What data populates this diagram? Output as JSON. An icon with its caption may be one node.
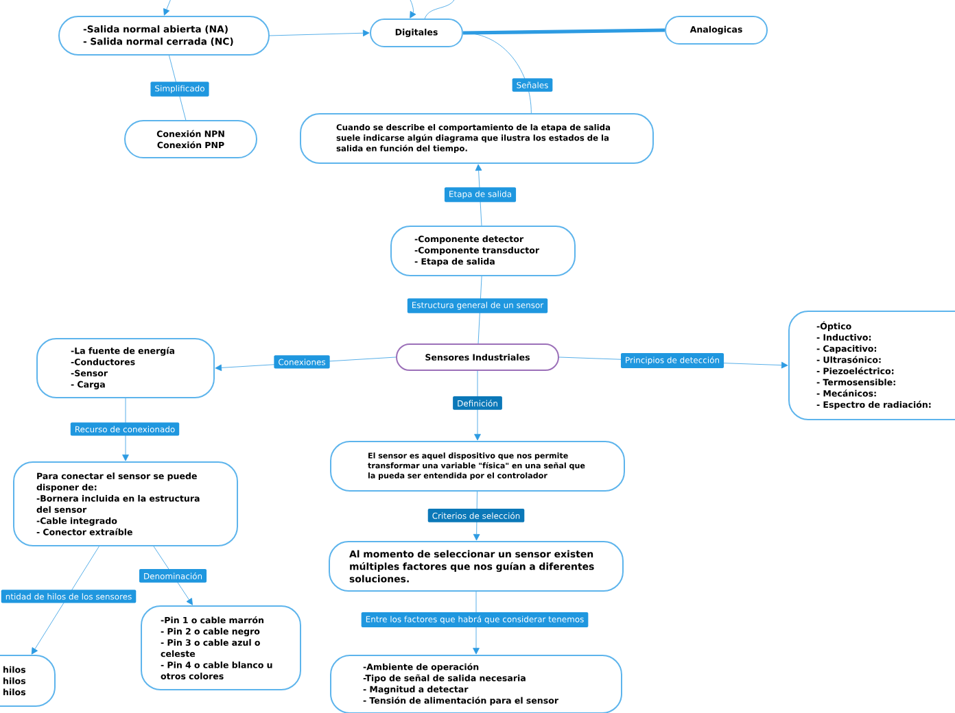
{
  "diagram": {
    "nodes": [
      {
        "text": [
          "-Salida normal abierta (NA)",
          "- Salida normal cerrada (NC)"
        ]
      },
      {
        "text": [
          "Digitales"
        ]
      },
      {
        "text": [
          "Analogicas"
        ]
      },
      {
        "text": [
          "Conexión NPN",
          "Conexión PNP"
        ]
      },
      {
        "text": [
          "Cuando se describe el comportamiento de la etapa de salida suele indicarse algún diagrama que ilustra los estados de la salida en función del tiempo."
        ]
      },
      {
        "text": [
          "-Componente detector",
          "-Componente transductor",
          "- Etapa de salida"
        ]
      },
      {
        "text": [
          "Sensores Industriales"
        ]
      },
      {
        "text": [
          "-La fuente de energía",
          "-Conductores",
          "-Sensor",
          "- Carga"
        ]
      },
      {
        "text": [
          "-Óptico",
          "- Inductivo:",
          "- Capacitivo:",
          "- Ultrasónico:",
          "- Piezoeléctrico:",
          "- Termosensible:",
          "- Mecánicos:",
          "- Espectro de radiación:"
        ]
      },
      {
        "text": [
          "Para conectar el sensor se puede disponer de:",
          "-Bornera incluida en la estructura del sensor",
          "-Cable integrado",
          "- Conector extraíble"
        ]
      },
      {
        "text": [
          "El sensor es aquel dispositivo que nos permite transformar una variable \"física\" en una señal que la pueda ser entendida por el controlador"
        ]
      },
      {
        "text": [
          "Al momento de seleccionar un sensor existen múltiples factores que nos guían a diferentes soluciones."
        ]
      },
      {
        "text": [
          "-Pin 1 o cable marrón",
          "- Pin 2 o cable negro",
          "- Pin 3 o cable azul o celeste",
          "- Pin 4 o cable blanco u otros colores"
        ]
      },
      {
        "text": [
          "hilos",
          "hilos",
          "hilos"
        ]
      },
      {
        "text": [
          "-Ambiente de operación",
          "-Tipo de señal de salida necesaria",
          "- Magnitud a detectar",
          "- Tensión de alimentación para el sensor"
        ]
      }
    ],
    "edges": [
      {
        "from": null,
        "to": 0,
        "arrow": "to"
      },
      {
        "from": null,
        "to": 1,
        "arrow": "to"
      },
      {
        "from": 1,
        "to": null,
        "arrow": "none"
      },
      {
        "from": 0,
        "to": 1,
        "arrow": "to"
      },
      {
        "from": 1,
        "to": 2,
        "arrow": "none",
        "style": "thick"
      },
      {
        "from": 0,
        "to": 3,
        "label": "Simplificado",
        "arrow": "none"
      },
      {
        "from": 1,
        "to": 4,
        "label": "Señales",
        "arrow": "none"
      },
      {
        "from": 5,
        "to": 4,
        "label": "Etapa de salida",
        "arrow": "to"
      },
      {
        "from": 6,
        "to": 5,
        "label": "Estructura general de un sensor",
        "arrow": "none"
      },
      {
        "from": 6,
        "to": 7,
        "label": "Conexiones",
        "arrow": "to"
      },
      {
        "from": 6,
        "to": 8,
        "label": "Principios de detección",
        "arrow": "to"
      },
      {
        "from": 6,
        "to": 10,
        "label": "Definición",
        "arrow": "to"
      },
      {
        "from": 7,
        "to": 9,
        "label": "Recurso de conexionado",
        "arrow": "to"
      },
      {
        "from": 10,
        "to": 11,
        "label": "Criterios de selección",
        "arrow": "to"
      },
      {
        "from": 11,
        "to": 14,
        "label": "Entre los factores que habrá que considerar tenemos",
        "arrow": "to"
      },
      {
        "from": 9,
        "to": 13,
        "label": "ntidad de hilos de los sensores",
        "arrow": "to"
      },
      {
        "from": 9,
        "to": 12,
        "label": "Denominación",
        "arrow": "to"
      }
    ]
  }
}
